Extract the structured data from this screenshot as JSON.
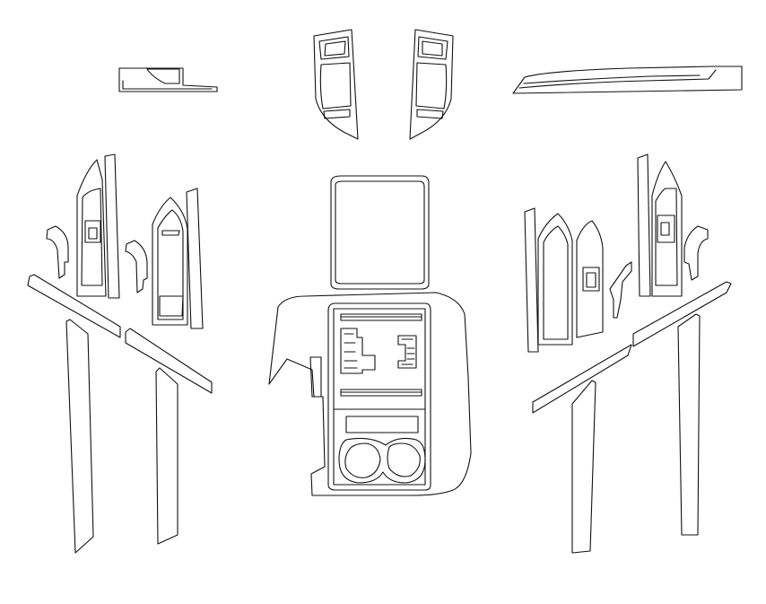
{
  "diagram": {
    "colors": {
      "background": "#ffffff",
      "line": "#111111"
    },
    "parts": [
      "top-left-trim-strip",
      "left-window-switch-panel-upper",
      "right-window-switch-panel-upper",
      "top-right-dash-strip",
      "left-door-front-panel",
      "left-door-rear-panel",
      "center-screen-frame",
      "center-console",
      "right-door-rear-panel",
      "right-door-front-panel",
      "left-lower-trim-strips",
      "right-lower-trim-strips"
    ]
  }
}
